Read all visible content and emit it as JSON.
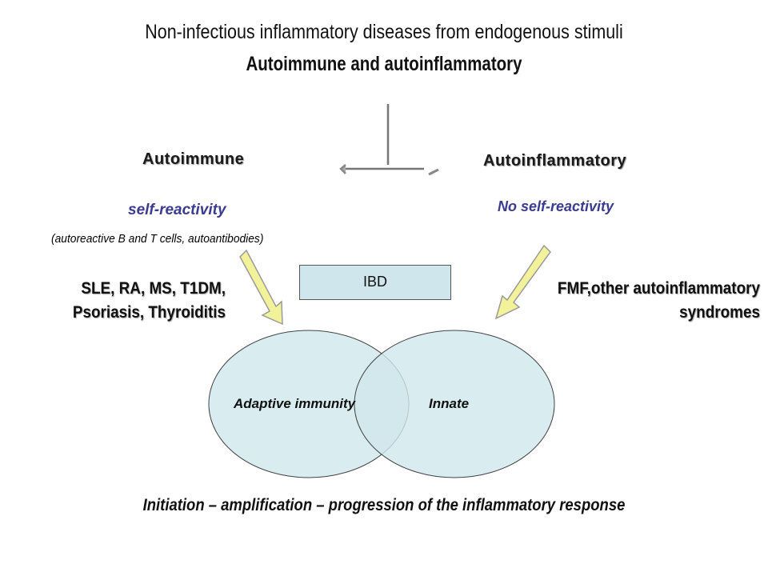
{
  "title": "Non-infectious inflammatory diseases from endogenous stimuli",
  "subtitle": "Autoimmune and autoinflammatory",
  "left": {
    "heading": "Autoimmune",
    "feature": "self-reactivity",
    "detail": "(autoreactive B and T cells, autoantibodies)",
    "diseases_line1": "SLE, RA, MS, T1DM,",
    "diseases_line2": "Psoriasis, Thyroiditis"
  },
  "right": {
    "heading": "Autoinflammatory",
    "feature": "No self-reactivity",
    "diseases_line1": "FMF,other autoinflammatory",
    "diseases_line2": "syndromes"
  },
  "center_box": "IBD",
  "venn": {
    "left_label": "Adaptive immunity",
    "right_label": "Innate",
    "fill_color": "#cfe7ec"
  },
  "footer": "Initiation – amplification – progression of the inflammatory response",
  "colors": {
    "arrow_fill": "#f2f29a",
    "arrow_stroke": "#9a9a9a",
    "accent_text": "#3b3b8f"
  }
}
